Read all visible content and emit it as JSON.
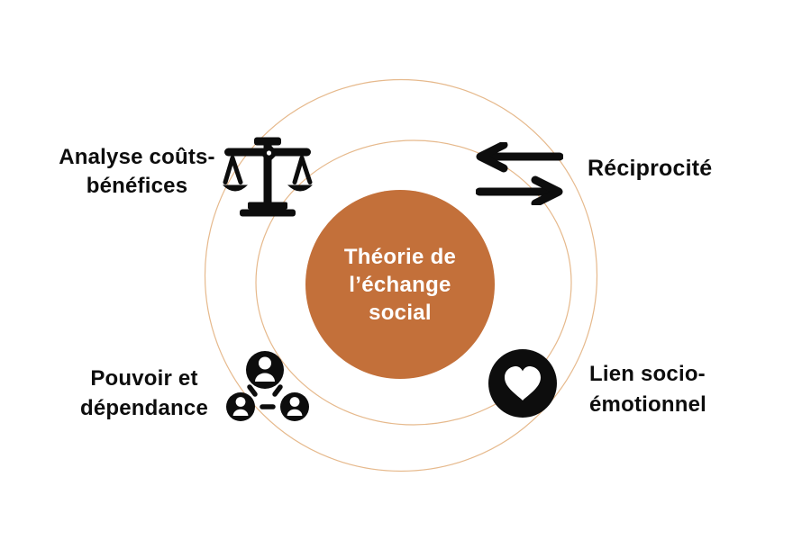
{
  "colors": {
    "accent": "#C3703A",
    "ring": "#E6B98C",
    "ink": "#0D0D0D",
    "background": "#FFFFFF",
    "center_text": "#FFFFFF"
  },
  "center": {
    "label": "Théorie de\nl’échange\nsocial"
  },
  "nodes": [
    {
      "label": "Analyse coûts-\nbénéfices",
      "icon": "balance-scale-icon",
      "position": "top-left"
    },
    {
      "label": "Réciprocité",
      "icon": "exchange-arrows-icon",
      "position": "top-right"
    },
    {
      "label": "Pouvoir et\ndépendance",
      "icon": "people-network-icon",
      "position": "bottom-left"
    },
    {
      "label": "Lien socio-\némotionnel",
      "icon": "heart-icon",
      "position": "bottom-right"
    }
  ]
}
